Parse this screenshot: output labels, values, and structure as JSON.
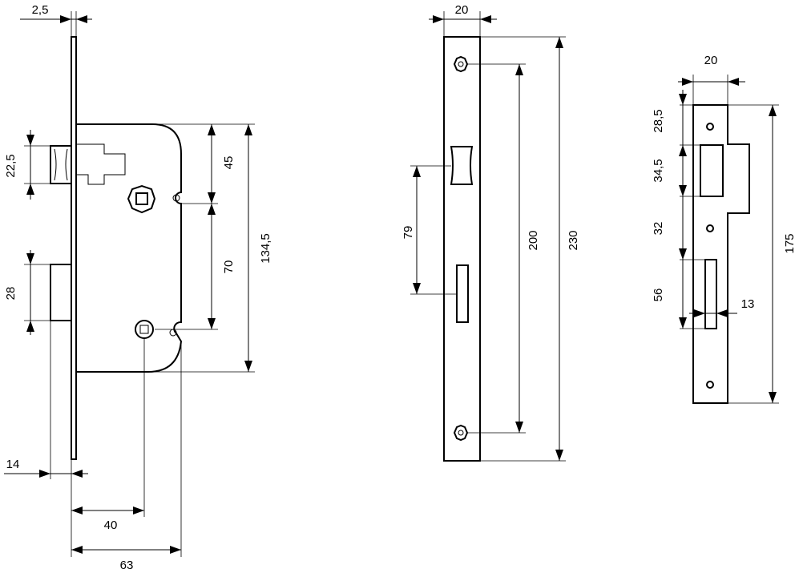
{
  "lock_case_dimensions": {
    "faceplate_thickness": "2,5",
    "latch_height": "22,5",
    "bolt_height": "28",
    "spindle_to_top": "45",
    "spindle_to_keyhole": "70",
    "case_height": "134,5",
    "bolt_projection": "14",
    "backset": "40",
    "case_depth": "63"
  },
  "faceplate_dimensions": {
    "width": "20",
    "latch_to_bolt": "79",
    "screw_spacing": "200",
    "total_length": "230"
  },
  "strike_plate_dimensions": {
    "width": "20",
    "top_margin": "28,5",
    "latch_opening": "34,5",
    "center_gap": "32",
    "bolt_opening": "56",
    "bolt_opening_width": "13",
    "total_length": "175"
  },
  "colors": {
    "line": "#000000",
    "background": "#ffffff"
  }
}
